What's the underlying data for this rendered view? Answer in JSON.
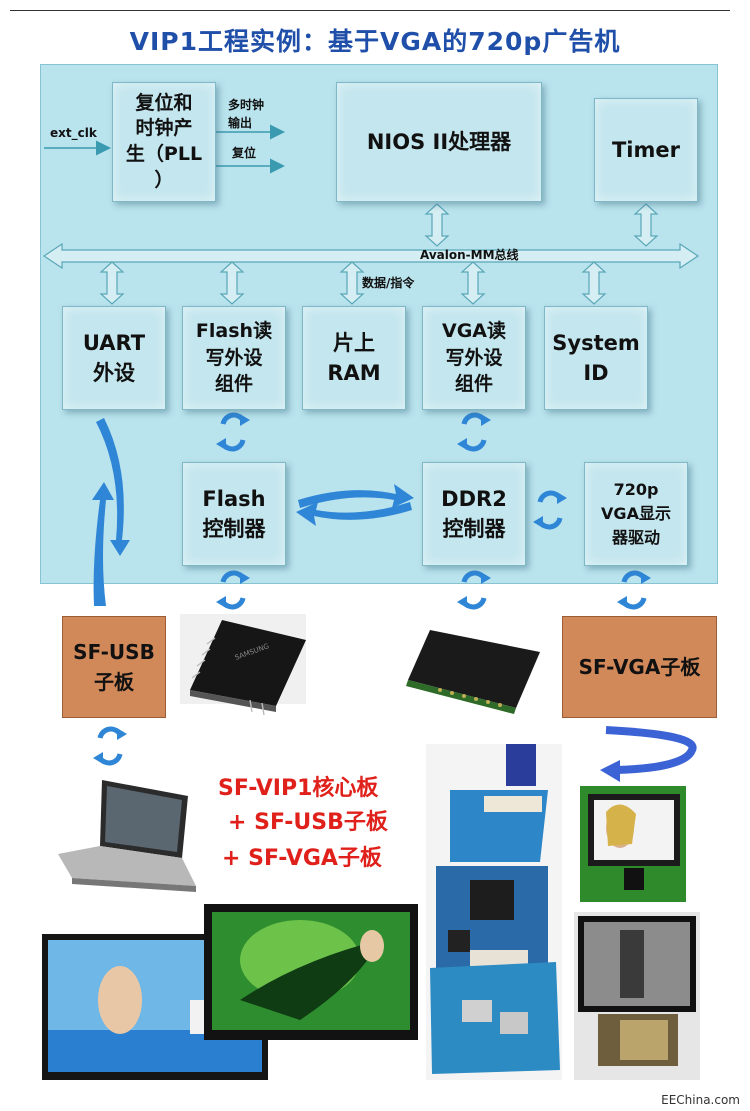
{
  "title": "VIP1工程实例：基于VGA的720p广告机",
  "blocks": {
    "reset_pll": "复位和\n时钟产\n生（PLL\n）",
    "nios": "NIOS II处理器",
    "timer": "Timer",
    "uart": "UART\n外设",
    "flash_rw": "Flash读\n写外设\n组件",
    "onchip_ram": "片上\nRAM",
    "vga_rw": "VGA读\n写外设\n组件",
    "system_id": "System\nID",
    "flash_ctrl": "Flash\n控制器",
    "ddr2_ctrl": "DDR2\n控制器",
    "vga_drv": "720p\nVGA显示\n器驱动"
  },
  "labels": {
    "ext_clk": "ext_clk",
    "multi_clock_out": "多时钟\n输出",
    "reset_out": "复位",
    "avalon_bus": "Avalon-MM总线",
    "data_cmd": "数据/指令"
  },
  "boards": {
    "usb": "SF-USB\n子板",
    "vga": "SF-VGA子板"
  },
  "combo_lines": [
    "SF-VIP1核心板",
    "+ SF-USB子板",
    "+ SF-VGA子板"
  ],
  "credit": "EEChina.com",
  "colors": {
    "title": "#1f4fa8",
    "system_bg": "#b9e3ed",
    "block_bg": "#c4e6ee",
    "board_bg": "#d2895a",
    "arrow_blue": "#2f86d6",
    "combo_red": "#e0201a"
  }
}
